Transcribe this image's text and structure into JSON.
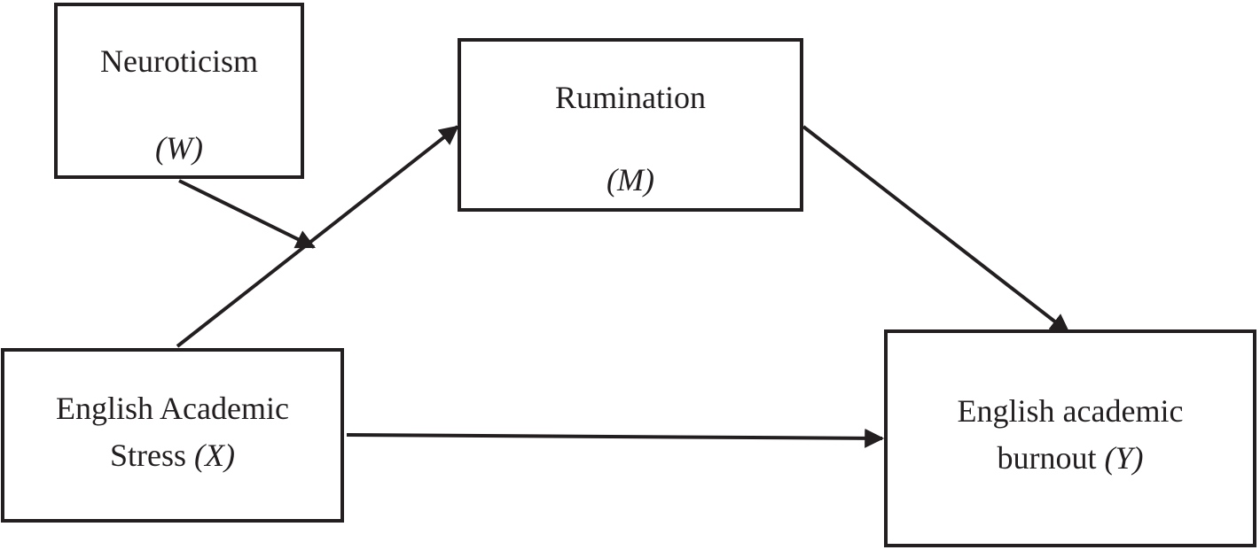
{
  "nodes": {
    "w": {
      "name": "Neuroticism",
      "symbol": "(W)"
    },
    "m": {
      "name": "Rumination",
      "symbol": "(M)"
    },
    "x": {
      "name_line1": "English Academic",
      "name_line2": "Stress",
      "symbol": "(X)"
    },
    "y": {
      "name_line1": "English academic",
      "name_line2": "burnout",
      "symbol": "(Y)"
    }
  },
  "edges": [
    {
      "from": "x",
      "to": "m",
      "type": "direct-path"
    },
    {
      "from": "w",
      "to": "x-m-path",
      "type": "moderation"
    },
    {
      "from": "m",
      "to": "y",
      "type": "direct-path"
    },
    {
      "from": "x",
      "to": "y",
      "type": "direct-path"
    }
  ],
  "colors": {
    "stroke": "#231f20",
    "background": "#ffffff"
  }
}
